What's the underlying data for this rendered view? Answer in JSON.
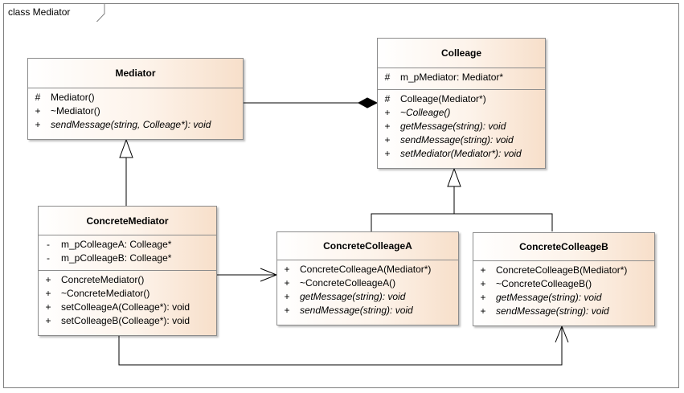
{
  "frame": {
    "title": "class Mediator"
  },
  "classes": {
    "mediator": {
      "name": "Mediator",
      "attributes": [],
      "operations": [
        {
          "vis": "#",
          "text": "Mediator()",
          "italic": false
        },
        {
          "vis": "+",
          "text": "~Mediator()",
          "italic": false
        },
        {
          "vis": "+",
          "text": "sendMessage(string, Colleage*): void",
          "italic": true
        }
      ]
    },
    "colleage": {
      "name": "Colleage",
      "attributes": [
        {
          "vis": "#",
          "text": "m_pMediator: Mediator*",
          "italic": false
        }
      ],
      "operations": [
        {
          "vis": "#",
          "text": "Colleage(Mediator*)",
          "italic": false
        },
        {
          "vis": "+",
          "text": "~Colleage()",
          "italic": true
        },
        {
          "vis": "+",
          "text": "getMessage(string): void",
          "italic": true
        },
        {
          "vis": "+",
          "text": "sendMessage(string): void",
          "italic": true
        },
        {
          "vis": "+",
          "text": "setMediator(Mediator*): void",
          "italic": true
        }
      ]
    },
    "concrete_mediator": {
      "name": "ConcreteMediator",
      "attributes": [
        {
          "vis": "-",
          "text": "m_pColleageA: Colleage*",
          "italic": false
        },
        {
          "vis": "-",
          "text": "m_pColleageB: Colleage*",
          "italic": false
        }
      ],
      "operations": [
        {
          "vis": "+",
          "text": "ConcreteMediator()",
          "italic": false
        },
        {
          "vis": "+",
          "text": "~ConcreteMediator()",
          "italic": false
        },
        {
          "vis": "+",
          "text": "setColleageA(Colleage*): void",
          "italic": false
        },
        {
          "vis": "+",
          "text": "setColleageB(Colleage*): void",
          "italic": false
        }
      ]
    },
    "concrete_colleage_a": {
      "name": "ConcreteColleageA",
      "attributes": [],
      "operations": [
        {
          "vis": "+",
          "text": "ConcreteColleageA(Mediator*)",
          "italic": false
        },
        {
          "vis": "+",
          "text": "~ConcreteColleageA()",
          "italic": false
        },
        {
          "vis": "+",
          "text": "getMessage(string): void",
          "italic": true
        },
        {
          "vis": "+",
          "text": "sendMessage(string): void",
          "italic": true
        }
      ]
    },
    "concrete_colleage_b": {
      "name": "ConcreteColleageB",
      "attributes": [],
      "operations": [
        {
          "vis": "+",
          "text": "ConcreteColleageB(Mediator*)",
          "italic": false
        },
        {
          "vis": "+",
          "text": "~ConcreteColleageB()",
          "italic": false
        },
        {
          "vis": "+",
          "text": "getMessage(string): void",
          "italic": true
        },
        {
          "vis": "+",
          "text": "sendMessage(string): void",
          "italic": true
        }
      ]
    }
  },
  "relationships": [
    {
      "type": "composition",
      "from": "Colleage",
      "to": "Mediator"
    },
    {
      "type": "generalization",
      "from": "ConcreteMediator",
      "to": "Mediator"
    },
    {
      "type": "generalization",
      "from": "ConcreteColleageA",
      "to": "Colleage"
    },
    {
      "type": "generalization",
      "from": "ConcreteColleageB",
      "to": "Colleage"
    },
    {
      "type": "association",
      "from": "ConcreteMediator",
      "to": "ConcreteColleageA"
    },
    {
      "type": "association",
      "from": "ConcreteMediator",
      "to": "ConcreteColleageB"
    }
  ],
  "colors": {
    "class_fill_start": "#ffffff",
    "class_fill_end": "#f7dfca",
    "border": "#8c8c8c",
    "line": "#000000"
  }
}
